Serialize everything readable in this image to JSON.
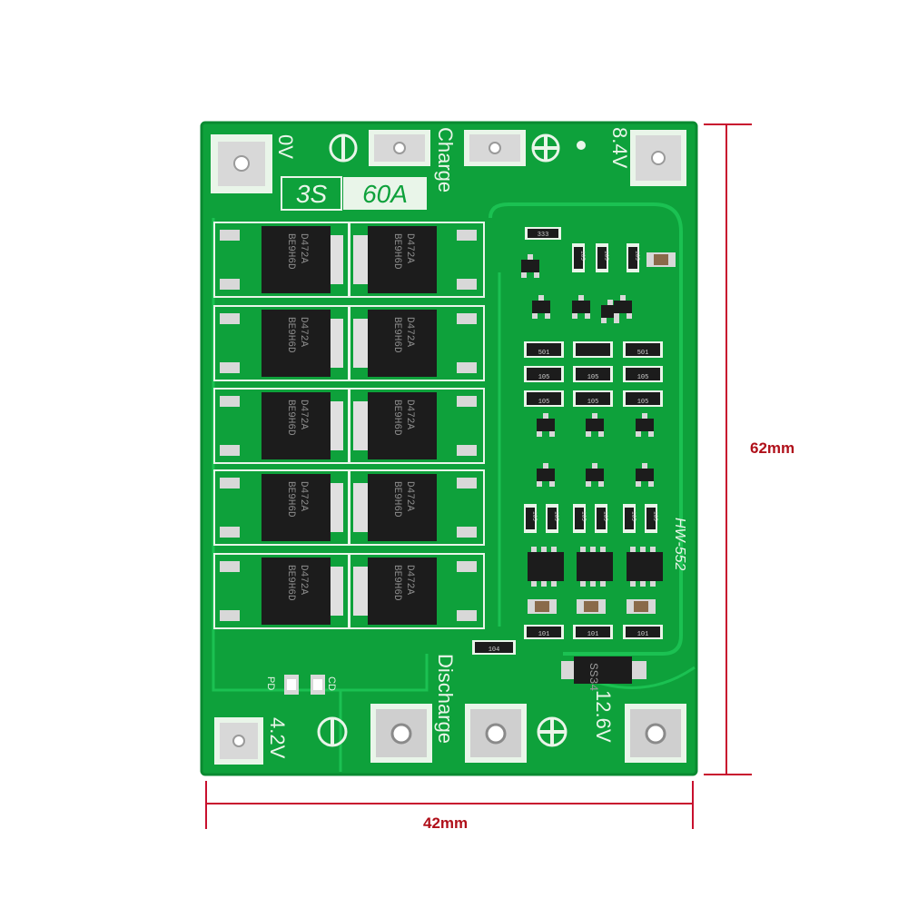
{
  "board": {
    "text": {
      "ov": "0V",
      "badge_cells": "3S",
      "badge_current": "60A",
      "charge": "Charge",
      "v84": "8.4V",
      "discharge": "Discharge",
      "v42": "4.2V",
      "v126": "12.6V",
      "model": "HW-552",
      "diode": "SS34",
      "pd": "PD",
      "cd": "CD",
      "minus": "⊖",
      "plus": "⊕"
    },
    "mosfet_marking": [
      "D472A",
      "BE9H6D"
    ],
    "resistor_codes": [
      "333",
      "501",
      "105",
      "101",
      "104"
    ]
  },
  "dimensions": {
    "height_label": "62mm",
    "width_label": "42mm",
    "line_color": "#c8102e"
  },
  "colors": {
    "pcb": "#0ea13b",
    "pcb_edge": "#0a8a31",
    "trace": "#1bc152",
    "silk": "#e9f5e9",
    "pad": "#d8d8d8",
    "chip": "#1c1c1c"
  }
}
